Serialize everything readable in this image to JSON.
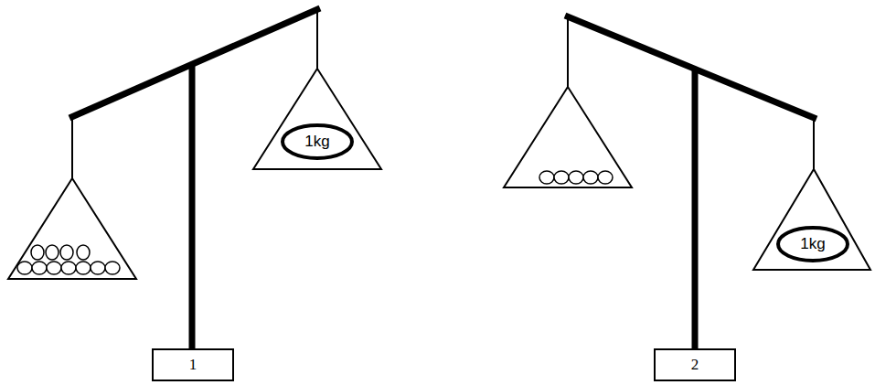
{
  "diagram": {
    "nodes": [
      {
        "text": [
          "1kg"
        ]
      },
      {
        "text": [
          "1"
        ]
      },
      {
        "text": [
          "1kg"
        ]
      },
      {
        "text": [
          "2"
        ]
      }
    ]
  }
}
